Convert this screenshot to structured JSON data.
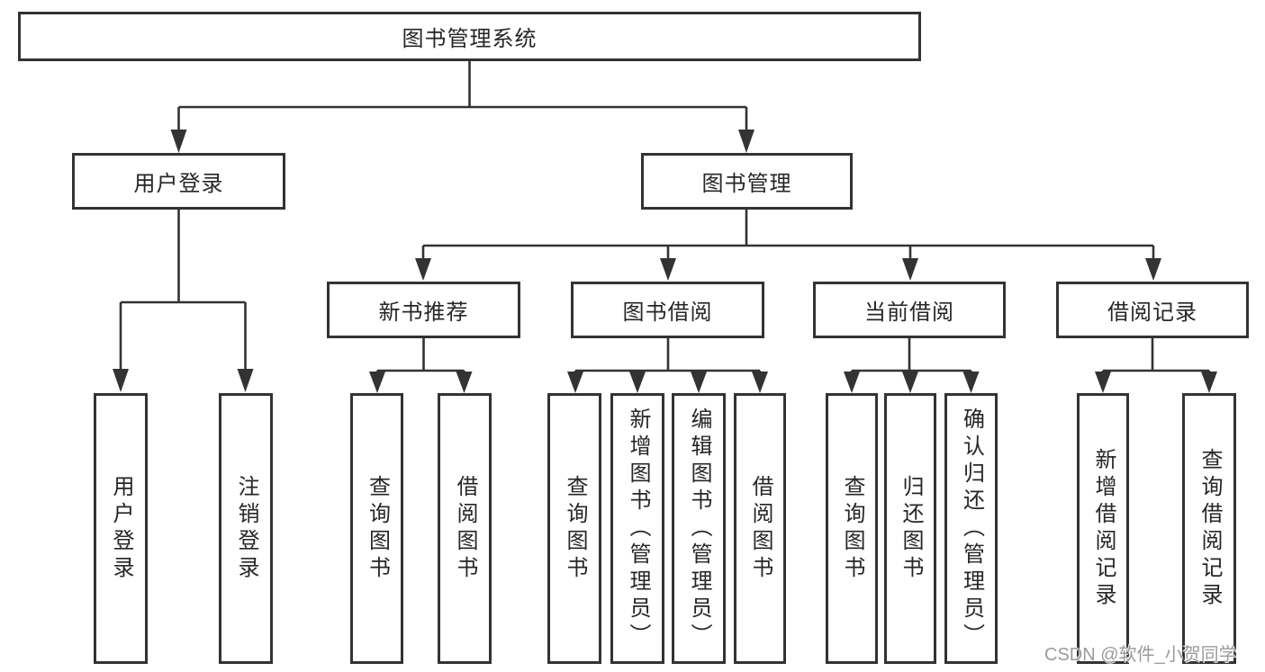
{
  "tree": {
    "root": "图书管理系统",
    "branches": [
      {
        "label": "用户登录",
        "children": [
          "用户登录",
          "注销登录"
        ]
      },
      {
        "label": "图书管理",
        "groups": [
          {
            "label": "新书推荐",
            "children": [
              "查询图书",
              "借阅图书"
            ]
          },
          {
            "label": "图书借阅",
            "children": [
              "查询图书",
              "新增图书（管理员）",
              "编辑图书（管理员）",
              "借阅图书"
            ]
          },
          {
            "label": "当前借阅",
            "children": [
              "查询图书",
              "归还图书",
              "确认归还（管理员）"
            ]
          },
          {
            "label": "借阅记录",
            "children": [
              "新增借阅记录",
              "查询借阅记录"
            ]
          }
        ]
      }
    ]
  },
  "watermark": "CSDN @软件_小贺同学",
  "colors": {
    "line": "#333333",
    "text": "#262626",
    "watermark": "#9b9b9b",
    "background": "#ffffff"
  }
}
